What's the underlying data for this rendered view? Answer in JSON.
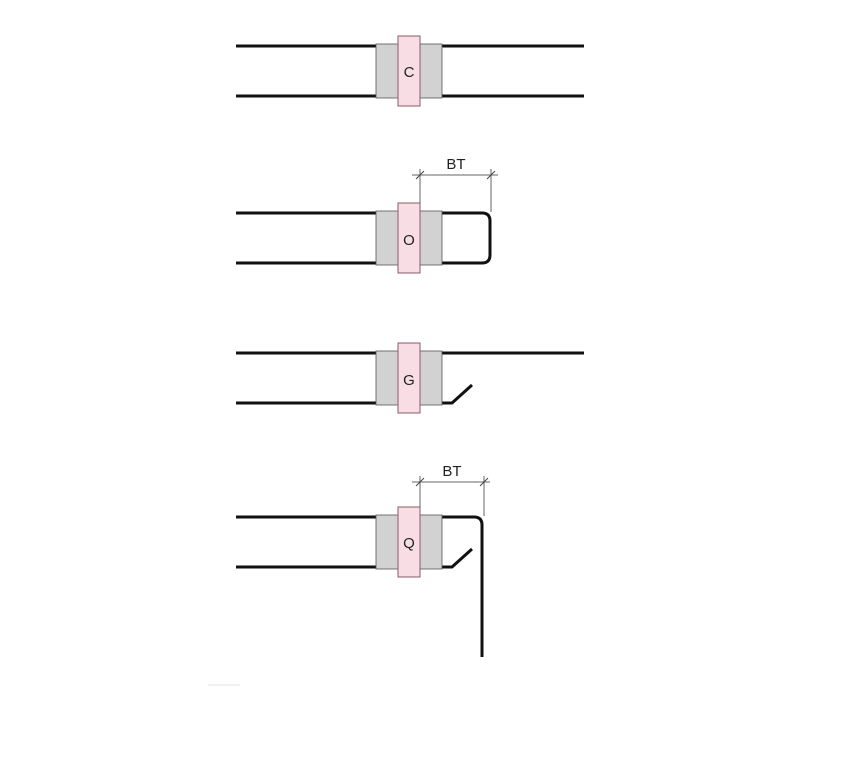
{
  "details": [
    {
      "id": "C",
      "label": "C"
    },
    {
      "id": "O",
      "label": "O",
      "dimension": "BT"
    },
    {
      "id": "G",
      "label": "G"
    },
    {
      "id": "Q",
      "label": "Q",
      "dimension": "BT"
    }
  ],
  "colors": {
    "bar": "#111111",
    "sleeve": "#d2d2d2",
    "coupler": "#f9dde4",
    "dimension": "#666666"
  }
}
